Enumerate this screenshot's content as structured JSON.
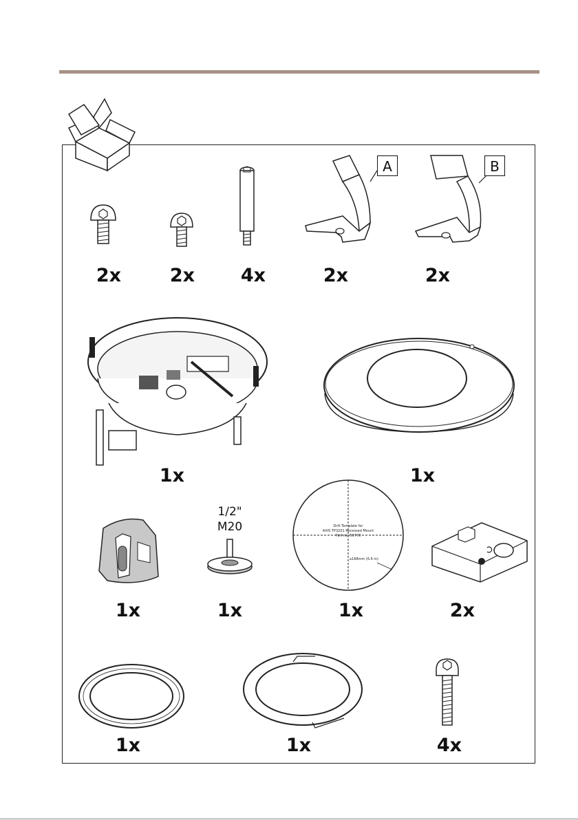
{
  "quantities": {
    "screw_a": "2x",
    "screw_b": "2x",
    "standoff": "4x",
    "bracket_a": "2x",
    "bracket_b": "2x",
    "back_box": "1x",
    "cover_ring": "1x",
    "cable_gland": "1x",
    "connector": "1x",
    "drill_template": "1x",
    "clip": "2x",
    "gasket_flat": "1x",
    "gasket_notched": "1x",
    "screw_long": "4x"
  },
  "tags": {
    "bracket_a": "A",
    "bracket_b": "B"
  },
  "connector_label": {
    "line1": "1/2\"",
    "line2": "M20"
  },
  "drill_template": {
    "line1": "Drill Template for",
    "line2": "AXIS TP3201 Recessed Mount",
    "line3": "Part no. 59778",
    "diameter": "⌀168mm (6.6 in)"
  },
  "colors": {
    "rule": "#a69285",
    "line": "#222222",
    "fill_gray": "#d8d8d8"
  }
}
